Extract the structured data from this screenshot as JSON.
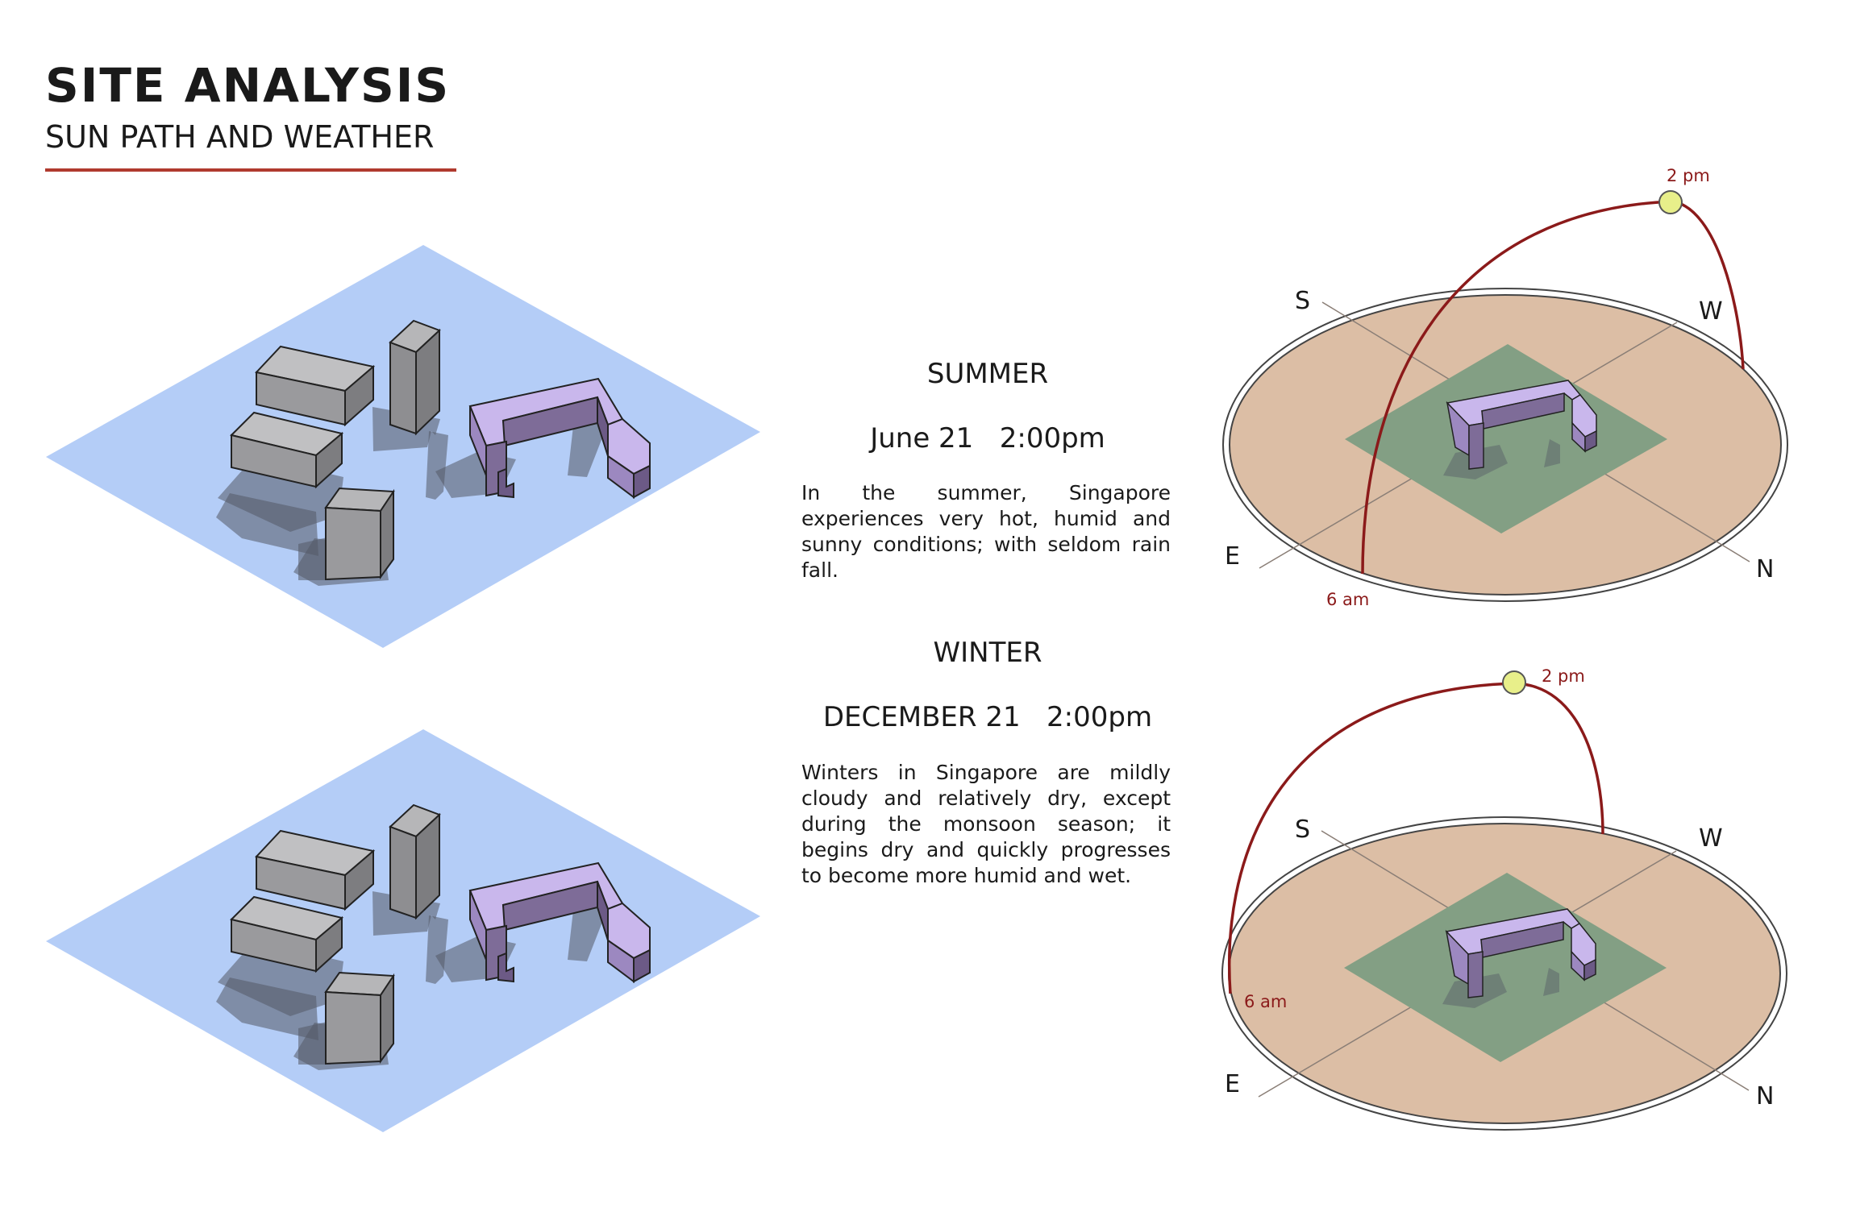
{
  "header": {
    "title": "SITE ANALYSIS",
    "subtitle": "SUN PATH AND WEATHER",
    "accent_color": "#b03a2e"
  },
  "summer": {
    "season": "SUMMER",
    "date": "June 21",
    "time": "2:00pm",
    "description": "In the summer, Singapore experiences very hot, humid and sunny conditions; with seldom rain fall.",
    "sun_start_label": "6 am",
    "sun_label": "2 pm"
  },
  "winter": {
    "season": "WINTER",
    "date": "DECEMBER 21",
    "time": "2:00pm",
    "description": "Winters in Singapore are mildly cloudy and relatively dry, except during the monsoon season; it begins dry and quickly progresses to become more humid and wet.",
    "sun_start_label": "6 am",
    "sun_label": "2 pm"
  },
  "compass": {
    "south": "S",
    "west": "W",
    "east": "E",
    "north": "N"
  },
  "colors": {
    "site_plane": "#b4cdf7",
    "neighbour_building": "#a8a8ab",
    "target_building": "#c8b6ea",
    "sun_dial": "#dcbea5",
    "site_green": "#839f84",
    "sun_path": "#8b1a1a",
    "sun": "#e8ef8a"
  }
}
